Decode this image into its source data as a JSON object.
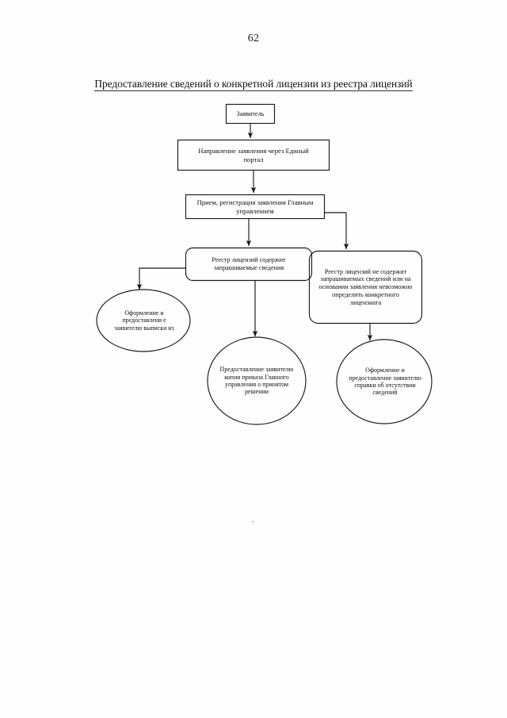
{
  "document": {
    "page_number": "62",
    "title": "Предоставление сведений о конкретной лицензии из реестра лицензий"
  },
  "flowchart": {
    "type": "process-flow-diagram",
    "orientation": "top-down",
    "stroke_color": "#1a1a1a",
    "fill_color": "#ffffff",
    "nodes": [
      {
        "id": "applicant",
        "shape": "rectangle",
        "label": "Заявитель"
      },
      {
        "id": "submit-application",
        "shape": "rectangle",
        "label": "Направление заявления через Единый портал"
      },
      {
        "id": "receive-register",
        "shape": "rectangle",
        "label": "Прием, регистрация заявления Главным управлением"
      },
      {
        "id": "registry-has-data",
        "shape": "rounded-rectangle",
        "label": "Реестр лицензий содержит запрашиваемые сведения"
      },
      {
        "id": "registry-no-data",
        "shape": "rounded-rectangle",
        "label": "Реестр лицензий не содержит запрашиваемых сведений или на основании заявления невозможно определить конкретного лицензиата"
      },
      {
        "id": "issue-extract",
        "shape": "ellipse",
        "label": "Оформление и предоставлени е заявителю выписки из"
      },
      {
        "id": "issue-order-copy",
        "shape": "ellipse",
        "label": "Предоставление заявителю копии приказа Главного управления о принятом решении"
      },
      {
        "id": "issue-absence-certificate",
        "shape": "ellipse",
        "label": "Оформление и предоставление заявителю справки об отсутствии сведений"
      }
    ],
    "connectors": [
      {
        "from": "applicant",
        "to": "submit-application",
        "style": "straight-arrow"
      },
      {
        "from": "submit-application",
        "to": "receive-register",
        "style": "straight-arrow"
      },
      {
        "from": "receive-register",
        "to": "registry-has-data",
        "style": "straight-arrow"
      },
      {
        "from": "receive-register",
        "to": "registry-no-data",
        "style": "elbow-arrow"
      },
      {
        "from": "registry-has-data",
        "to": "issue-extract",
        "style": "elbow-arrow"
      },
      {
        "from": "registry-has-data",
        "to": "issue-order-copy",
        "style": "straight-arrow"
      },
      {
        "from": "registry-no-data",
        "to": "issue-absence-certificate",
        "style": "straight-arrow"
      }
    ]
  }
}
